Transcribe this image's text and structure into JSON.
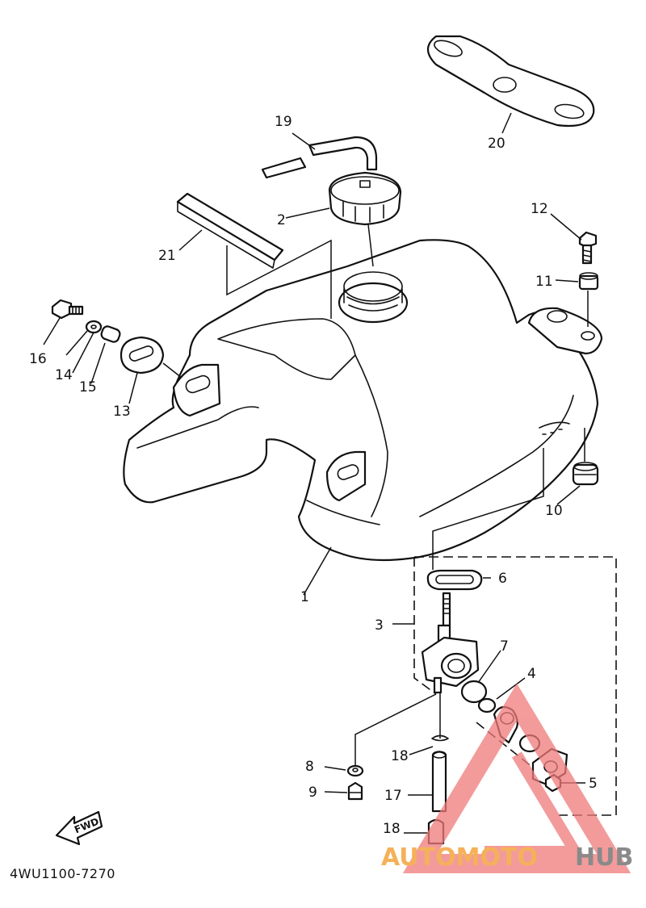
{
  "parts": [
    {
      "id": "1",
      "label": "1"
    },
    {
      "id": "2",
      "label": "2"
    },
    {
      "id": "3",
      "label": "3"
    },
    {
      "id": "4",
      "label": "4"
    },
    {
      "id": "5",
      "label": "5"
    },
    {
      "id": "6",
      "label": "6"
    },
    {
      "id": "7",
      "label": "7"
    },
    {
      "id": "8",
      "label": "8"
    },
    {
      "id": "9",
      "label": "9"
    },
    {
      "id": "10",
      "label": "10"
    },
    {
      "id": "11",
      "label": "11"
    },
    {
      "id": "12",
      "label": "12"
    },
    {
      "id": "13",
      "label": "13"
    },
    {
      "id": "14",
      "label": "14"
    },
    {
      "id": "15",
      "label": "15"
    },
    {
      "id": "16",
      "label": "16"
    },
    {
      "id": "17",
      "label": "17"
    },
    {
      "id": "18a",
      "label": "18"
    },
    {
      "id": "18b",
      "label": "18"
    },
    {
      "id": "19",
      "label": "19"
    },
    {
      "id": "20",
      "label": "20"
    },
    {
      "id": "21",
      "label": "21"
    }
  ],
  "diagram_code": "4WU1100-7270",
  "fwd_arrow_label": "FWD",
  "watermark": {
    "part1": "AUTOMOTO",
    "part2": "HUB",
    "color1": "#f5b15a",
    "color2": "#8a8a8a",
    "triangle_color": "#f07a7a"
  }
}
